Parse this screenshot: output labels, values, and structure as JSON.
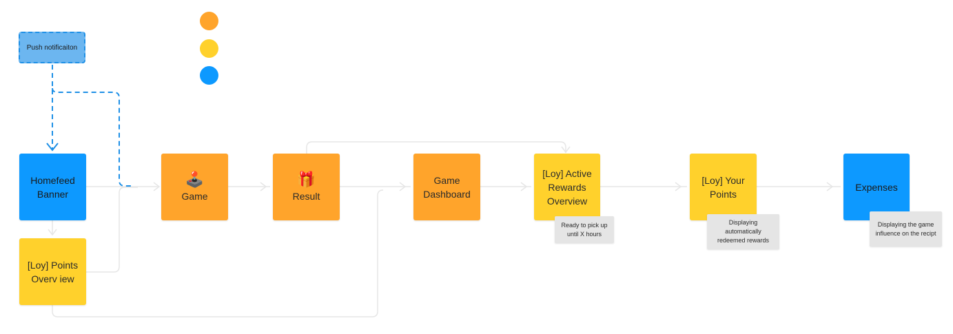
{
  "legend_dots": [
    {
      "color": "#ffa42b"
    },
    {
      "color": "#ffd12c"
    },
    {
      "color": "#0d99ff"
    }
  ],
  "push_notification": {
    "label": "Push notificaiton"
  },
  "nodes": {
    "homefeed": {
      "label": "Homefeed Banner",
      "color": "#0d99ff"
    },
    "points_overview": {
      "label": "[Loy] PointsOverv iew",
      "color": "#ffd12c"
    },
    "game": {
      "icon": "🕹️",
      "icon_name": "joystick-icon",
      "label": "Game",
      "color": "#ffa42b"
    },
    "result": {
      "icon": "🎁",
      "icon_name": "gift-icon",
      "label": "Result",
      "color": "#ffa42b"
    },
    "game_dashboard": {
      "label": "Game Dashboard",
      "color": "#ffa42b"
    },
    "active_rewards": {
      "label": "[Loy] Active Rewards Overview",
      "color": "#ffd12c"
    },
    "your_points": {
      "label": "[Loy] Your Points",
      "color": "#ffd12c"
    },
    "expenses": {
      "label": "Expenses",
      "color": "#0d99ff"
    }
  },
  "notes": {
    "active_rewards": "Ready to pick up until X hours",
    "your_points": "Displaying automatically redeemed rewards",
    "expenses": "Displaying the game influence on the recipt"
  }
}
